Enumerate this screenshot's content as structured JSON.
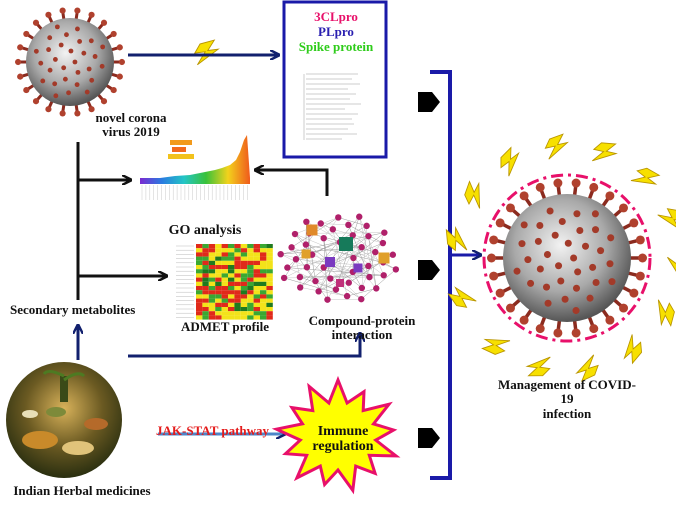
{
  "labels": {
    "virus": "novel corona\nvirus 2019",
    "targets": [
      "3CLpro",
      "PLpro",
      "Spike protein"
    ],
    "go": "GO analysis",
    "admet": "ADMET profile",
    "secondary": "Secondary metabolites",
    "cpi": "Compound-protein\ninteraction",
    "jak": "JAK-STAT pathway",
    "immune": "Immune\nregulation",
    "herbal": "Indian Herbal medicines",
    "management": "Management of COVID-19\ninfection"
  },
  "colors": {
    "arrow_blue": "#12206e",
    "target_3cl": "#e8106a",
    "target_pl": "#2a1fb0",
    "target_spike": "#2ecc1a",
    "jak_red": "#e41b1b",
    "burst_fill": "#ffff00",
    "burst_stroke": "#e8106a",
    "bolt": "#f7e000"
  },
  "icons": {
    "virus": "coronavirus-icon",
    "bolt": "lightning-bolt-icon",
    "herbs": "herbal-medicine-photo"
  }
}
